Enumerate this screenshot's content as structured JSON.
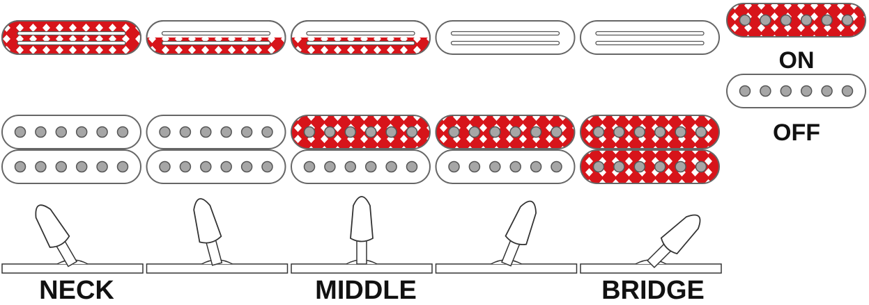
{
  "colors": {
    "active": "#d7141a",
    "dot_fill": "#a6a6a6",
    "outline": "#666666",
    "inactive_fill": "#ffffff"
  },
  "legend": {
    "on_label": "ON",
    "off_label": "OFF"
  },
  "positions": [
    {
      "label": "NECK",
      "single_coil_fill": 1.0,
      "humbucker_top_on": false,
      "humbucker_bottom_on": false,
      "lever_angle_deg": -30
    },
    {
      "label": "",
      "single_coil_fill": 0.5,
      "humbucker_top_on": false,
      "humbucker_bottom_on": false,
      "lever_angle_deg": -15
    },
    {
      "label": "MIDDLE",
      "single_coil_fill": 0.5,
      "humbucker_top_on": true,
      "humbucker_bottom_on": false,
      "lever_angle_deg": 0
    },
    {
      "label": "",
      "single_coil_fill": 0.0,
      "humbucker_top_on": true,
      "humbucker_bottom_on": false,
      "lever_angle_deg": 22
    },
    {
      "label": "BRIDGE",
      "single_coil_fill": 0.0,
      "humbucker_top_on": true,
      "humbucker_bottom_on": true,
      "lever_angle_deg": 45
    }
  ]
}
